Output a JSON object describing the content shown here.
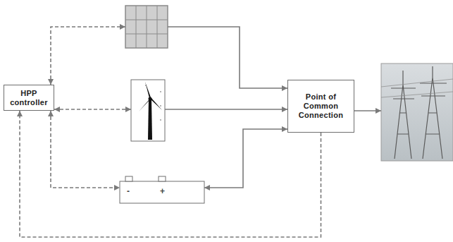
{
  "diagram": {
    "nodes": [
      {
        "text": [
          "HPP controller"
        ]
      },
      {
        "text": [
          "Point of Common Connection"
        ]
      }
    ],
    "edges": [
      {
        "from": 1,
        "to": 0,
        "arrow": "to"
      }
    ],
    "labels": [
      "-",
      "+"
    ]
  }
}
